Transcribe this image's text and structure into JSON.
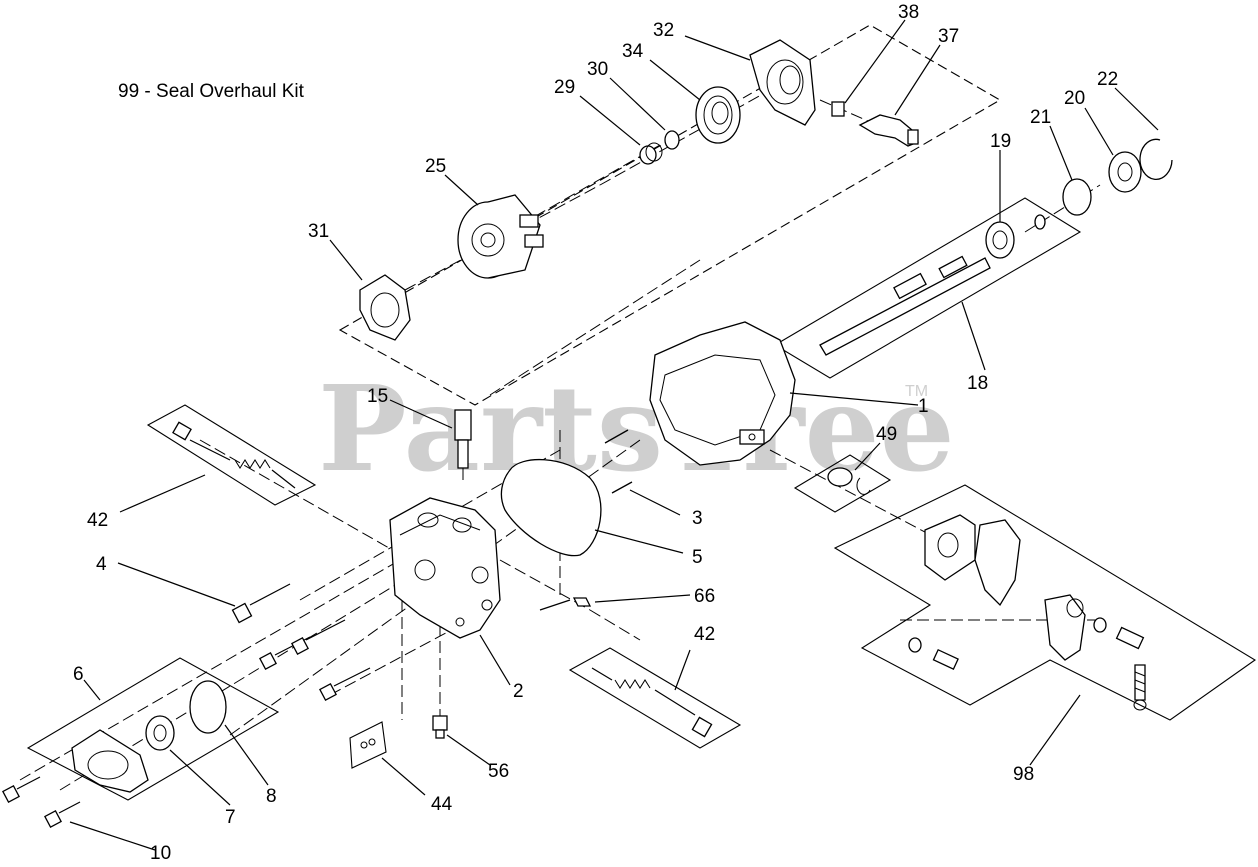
{
  "watermark": {
    "text": "PartsTree",
    "trademark": "TM"
  },
  "kit_note": "99 - Seal Overhaul Kit",
  "callouts": [
    "1",
    "2",
    "3",
    "4",
    "5",
    "6",
    "7",
    "8",
    "10",
    "15",
    "18",
    "19",
    "20",
    "21",
    "22",
    "25",
    "29",
    "30",
    "31",
    "32",
    "34",
    "37",
    "38",
    "42",
    "42",
    "44",
    "49",
    "56",
    "66",
    "98"
  ]
}
